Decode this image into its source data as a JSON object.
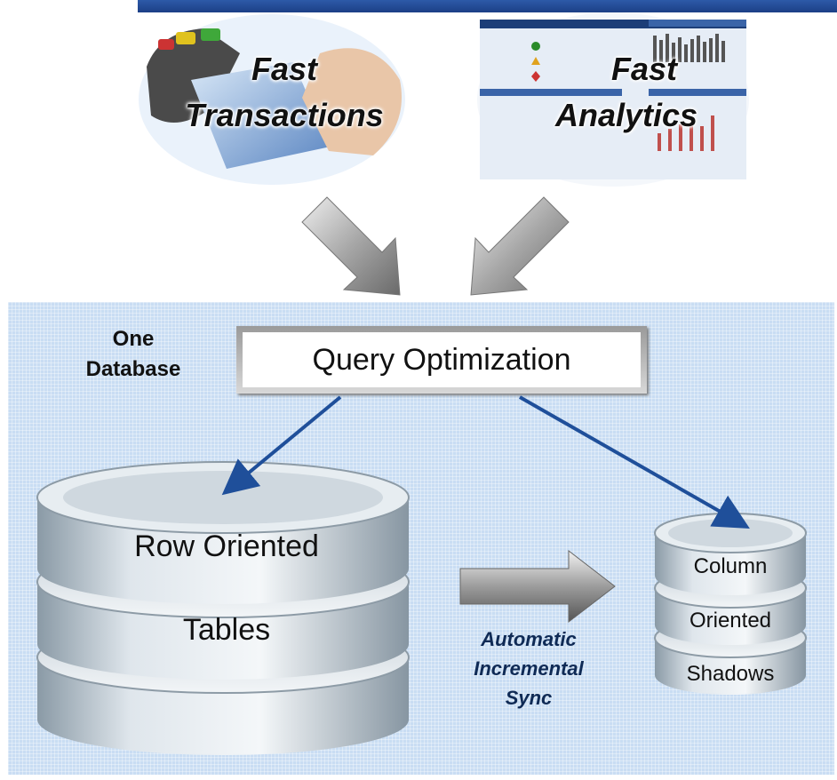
{
  "inputs": [
    {
      "line1": "Fast",
      "line2": "Transactions"
    },
    {
      "line1": "Fast",
      "line2": "Analytics"
    }
  ],
  "panel_label": {
    "line1": "One",
    "line2": "Database"
  },
  "optimizer": {
    "label": "Query Optimization"
  },
  "row_store": {
    "line1": "Row Oriented",
    "line2": "Tables"
  },
  "column_store": {
    "line1": "Column",
    "line2": "Oriented",
    "line3": "Shadows"
  },
  "sync": {
    "line1": "Automatic",
    "line2": "Incremental",
    "line3": "Sync"
  },
  "colors": {
    "panel": "#c9ddf3",
    "arrow_blue": "#1f4f9a",
    "sync_text": "#0f2a55"
  }
}
